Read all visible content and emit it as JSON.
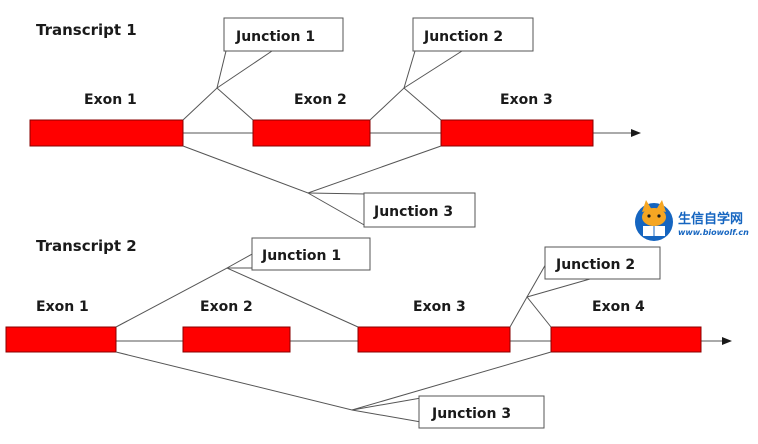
{
  "transcript1": {
    "title": "Transcript  1",
    "exons": [
      "Exon 1",
      "Exon 2",
      "Exon 3"
    ],
    "junctions": [
      "Junction 1",
      "Junction 2",
      "Junction 3"
    ]
  },
  "transcript2": {
    "title": "Transcript  2",
    "exons": [
      "Exon 1",
      "Exon 2",
      "Exon 3",
      "Exon 4"
    ],
    "junctions": [
      "Junction 1",
      "Junction 2",
      "Junction 3"
    ]
  },
  "watermark": {
    "name": "生信自学网",
    "url": "www.biowolf.cn"
  },
  "colors": {
    "exon": "#ff0000",
    "line": "#555555",
    "watermark": "#1565c0"
  }
}
